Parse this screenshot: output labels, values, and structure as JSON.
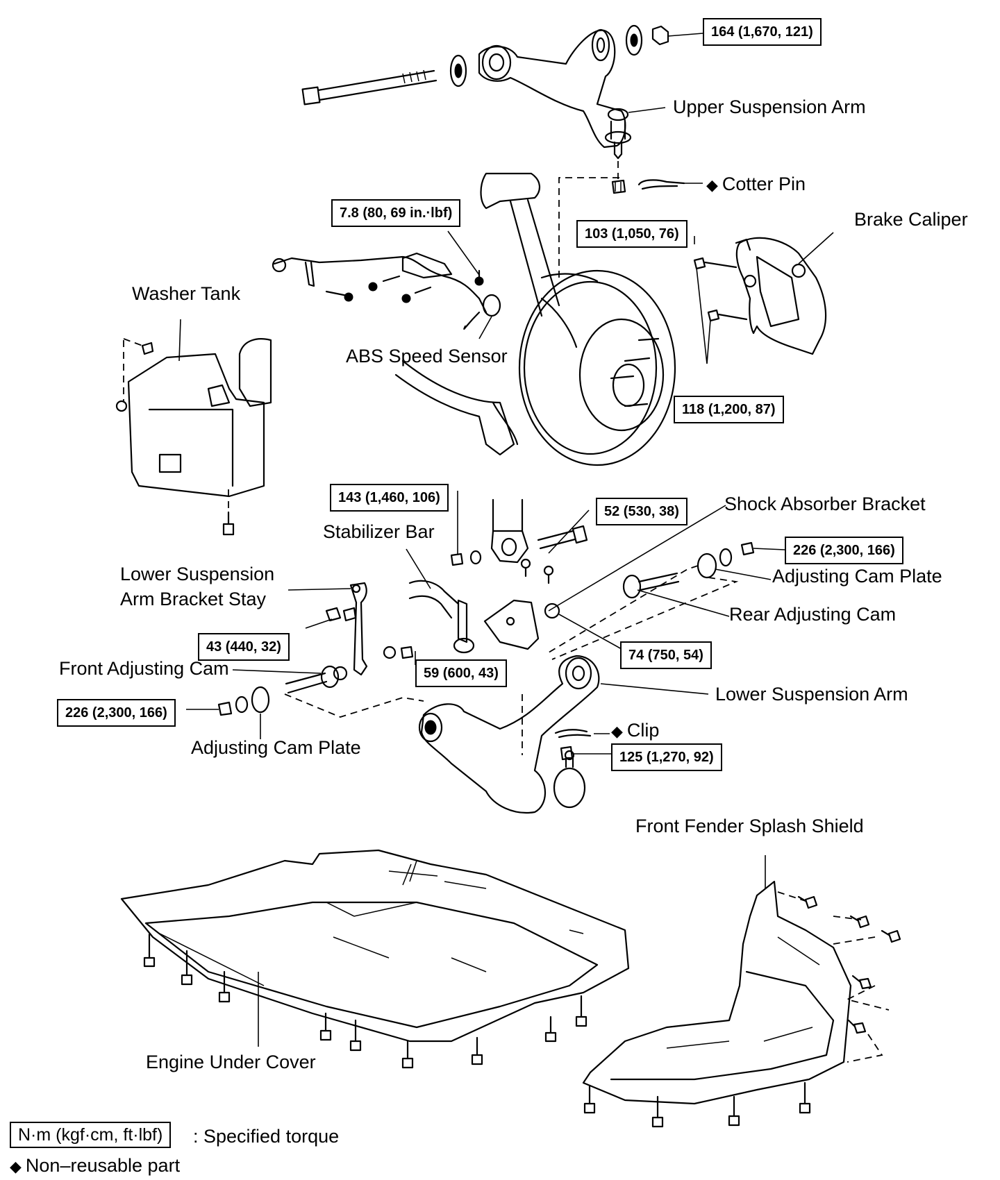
{
  "labels": {
    "upper_suspension_arm": "Upper Suspension Arm",
    "cotter_pin": "Cotter Pin",
    "brake_caliper": "Brake Caliper",
    "washer_tank": "Washer Tank",
    "abs_speed_sensor": "ABS Speed Sensor",
    "shock_absorber_bracket": "Shock Absorber Bracket",
    "stabilizer_bar": "Stabilizer Bar",
    "lower_suspension_arm_bracket_stay_line1": "Lower Suspension",
    "lower_suspension_arm_bracket_stay_line2": "Arm Bracket Stay",
    "adjusting_cam_plate_right": "Adjusting Cam Plate",
    "rear_adjusting_cam": "Rear Adjusting Cam",
    "front_adjusting_cam": "Front Adjusting Cam",
    "lower_suspension_arm": "Lower Suspension Arm",
    "adjusting_cam_plate_left": "Adjusting Cam Plate",
    "clip": "Clip",
    "front_fender_splash_shield": "Front Fender Splash Shield",
    "engine_under_cover": "Engine Under Cover"
  },
  "torques": {
    "upper_arm_nut": "164 (1,670, 121)",
    "abs_sensor_bolt": "7.8 (80, 69 in.·lbf)",
    "upper_ball_joint_nut": "103 (1,050, 76)",
    "caliper_bolts": "118 (1,200, 87)",
    "stabilizer_link_upper_nut": "143 (1,460, 106)",
    "shock_bracket_bolt": "52 (530, 38)",
    "rear_cam_nut": "226 (2,300, 166)",
    "bracket_stay_bolts": "43 (440, 32)",
    "shock_bracket_nut": "74 (750, 54)",
    "stabilizer_link_lower_nut": "59 (600, 43)",
    "front_cam_nut": "226 (2,300, 166)",
    "lower_ball_joint_nut": "125 (1,270, 92)"
  },
  "legend": {
    "unit_box": "N·m (kgf·cm, ft·lbf)",
    "unit_text": ": Specified torque",
    "non_reusable_symbol": "◆",
    "non_reusable_text": "Non–reusable part"
  }
}
